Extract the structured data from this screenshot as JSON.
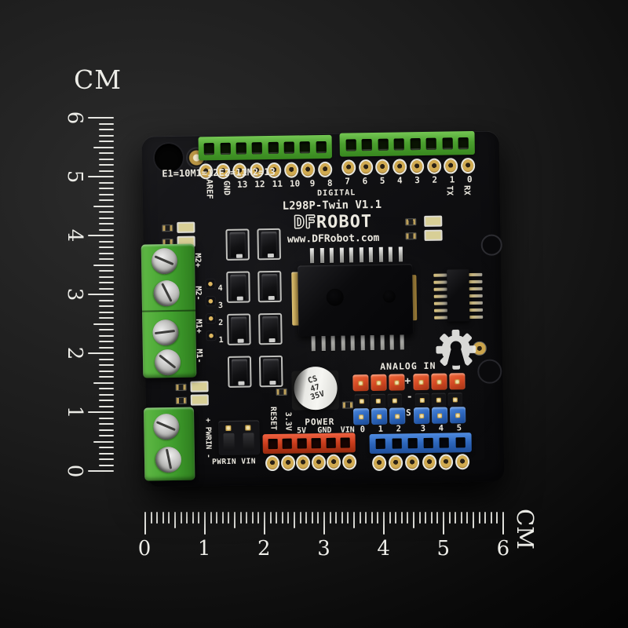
{
  "rulers": {
    "vertical": {
      "unit": "CM",
      "numbers": [
        "6",
        "5",
        "4",
        "3",
        "2",
        "1",
        "0"
      ]
    },
    "horizontal": {
      "unit": "CM",
      "numbers": [
        "0",
        "1",
        "2",
        "3",
        "4",
        "5",
        "6"
      ]
    }
  },
  "board": {
    "pin_map": [
      "E1=10",
      "M1=12",
      "E2=11",
      "M2=13"
    ],
    "top": {
      "aref": "AREF",
      "gnd": "GND",
      "left_pins": [
        "13",
        "12",
        "11",
        "10",
        "9",
        "8"
      ],
      "right_pins": [
        "7",
        "6",
        "5",
        "4",
        "3",
        "2",
        "1",
        "0"
      ],
      "digital": "DIGITAL",
      "tx": "TX",
      "rx": "RX"
    },
    "title": "L298P-Twin V1.1",
    "brand": {
      "df": "DF",
      "robot": "ROBOT",
      "url": "www.DFRobot.com"
    },
    "motor": {
      "channels": [
        "M2+",
        "M2-",
        "M1+",
        "M1-"
      ],
      "numbers": [
        "4",
        "3",
        "2",
        "1"
      ]
    },
    "capacitor": {
      "line1": "CS",
      "line2": "47",
      "line3": "35V"
    },
    "analog": {
      "label": "ANALOG IN",
      "plus": "+",
      "minus": "-",
      "signal": "S",
      "numbers_left": [
        "0",
        "1",
        "2"
      ],
      "numbers_right": [
        "3",
        "4",
        "5"
      ]
    },
    "power": {
      "reset": "RESET",
      "v33": "3.3V",
      "label": "POWER",
      "pins": [
        "5V",
        "GND",
        "VIN"
      ]
    },
    "pwrin": {
      "vertical": "+ PWRIN -",
      "horizontal": "PWRIN VIN"
    }
  },
  "colors": {
    "pcb": "#0e0e10",
    "header_green": "#4ba02f",
    "terminal_green": "#41a02e",
    "pin_red": "#d54a24",
    "pin_blue": "#2d66bd",
    "pin_black": "#141416",
    "gold": "#c8a64e",
    "silkscreen": "#ece9e0",
    "ruler": "#e6e6e1",
    "background": "#0a0a0a"
  }
}
